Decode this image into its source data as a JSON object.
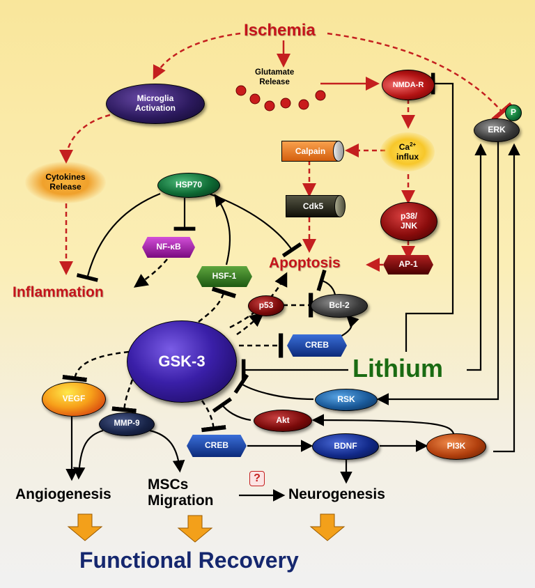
{
  "nodes": {
    "ischemia": "Ischemia",
    "microglia": "Microglia\nActivation",
    "glutamate": "Glutamate\nRelease",
    "nmda": "NMDA-R",
    "erk": "ERK",
    "erk_p": "P",
    "calpain": "Calpain",
    "ca_influx_base": "Ca",
    "ca_influx_sup": "2+",
    "ca_influx_tail": "influx",
    "cytokines": "Cytokines\nRelease",
    "hsp70": "HSP70",
    "cdk5": "Cdk5",
    "p38": "p38/\nJNK",
    "nfkb": "NF-κB",
    "hsf1": "HSF-1",
    "ap1": "AP-1",
    "apoptosis": "Apoptosis",
    "inflammation": "Inflammation",
    "p53": "p53",
    "bcl2": "Bcl-2",
    "creb_top": "CREB",
    "gsk3": "GSK-3",
    "lithium": "Lithium",
    "vegf": "VEGF",
    "rsk": "RSK",
    "mmp9": "MMP-9",
    "akt": "Akt",
    "creb_bottom": "CREB",
    "bdnf": "BDNF",
    "pi3k": "PI3K",
    "angiogenesis": "Angiogenesis",
    "mscs": "MSCs\nMigration",
    "question": "?",
    "neurogenesis": "Neurogenesis",
    "functional": "Functional Recovery"
  },
  "colors": {
    "dashed_arrow": "#c41f1f",
    "lithium_green": "#1a6b12",
    "functional_blue": "#15276e",
    "arrow_orange": "#f3a01a"
  }
}
